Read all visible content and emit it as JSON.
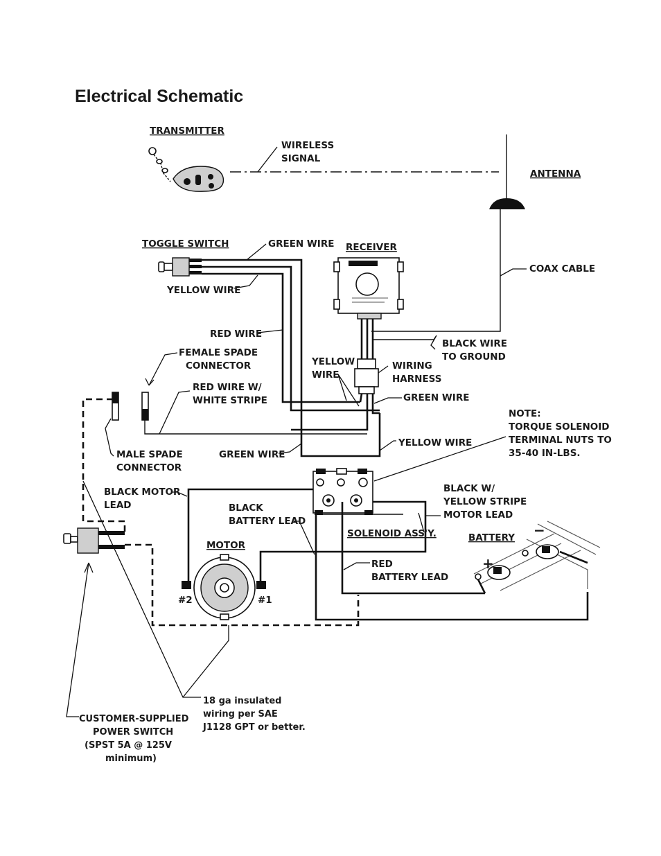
{
  "title": "Electrical Schematic",
  "labels": {
    "transmitter": "TRANSMITTER",
    "wireless_1": "WIRELESS",
    "wireless_2": "SIGNAL",
    "antenna": "ANTENNA",
    "toggle_switch": "TOGGLE SWITCH",
    "green_wire_top": "GREEN WIRE",
    "receiver": "RECEIVER",
    "coax_cable": "COAX CABLE",
    "yellow_wire_top": "YELLOW WIRE",
    "red_wire": "RED WIRE",
    "black_ground_1": "BLACK WIRE",
    "black_ground_2": "TO GROUND",
    "female_spade_1": "FEMALE SPADE",
    "female_spade_2": "CONNECTOR",
    "yellow_wire_mid_1": "YELLOW",
    "yellow_wire_mid_2": "WIRE",
    "wiring_harness_1": "WIRING",
    "wiring_harness_2": "HARNESS",
    "red_white_1": "RED WIRE W/",
    "red_white_2": "WHITE STRIPE",
    "green_wire_mid": "GREEN WIRE",
    "note_1": "NOTE:",
    "note_2": "TORQUE SOLENOID",
    "note_3": "TERMINAL NUTS TO",
    "note_4": "35-40 IN-LBS.",
    "yellow_wire_right": "YELLOW WIRE",
    "male_spade_1": "MALE SPADE",
    "male_spade_2": "CONNECTOR",
    "green_wire_low": "GREEN WIRE",
    "black_motor_1": "BLACK MOTOR",
    "black_motor_2": "LEAD",
    "black_battery_1": "BLACK",
    "black_battery_2": "BATTERY LEAD",
    "black_yellow_1": "BLACK W/",
    "black_yellow_2": "YELLOW STRIPE",
    "black_yellow_3": "MOTOR LEAD",
    "solenoid": "SOLENOID ASS'Y.",
    "battery": "BATTERY",
    "motor": "MOTOR",
    "red_battery_1": "RED",
    "red_battery_2": "BATTERY LEAD",
    "motor_t2": "#2",
    "motor_t1": "#1",
    "gauge_1": "18 ga insulated",
    "gauge_2": "wiring per SAE",
    "gauge_3": "J1128 GPT or better.",
    "power_switch_1": "CUSTOMER-SUPPLIED",
    "power_switch_2": "POWER SWITCH",
    "power_switch_3": "(SPST 5A @ 125V",
    "power_switch_4": "minimum)",
    "battery_plus": "+",
    "battery_minus": "−"
  }
}
